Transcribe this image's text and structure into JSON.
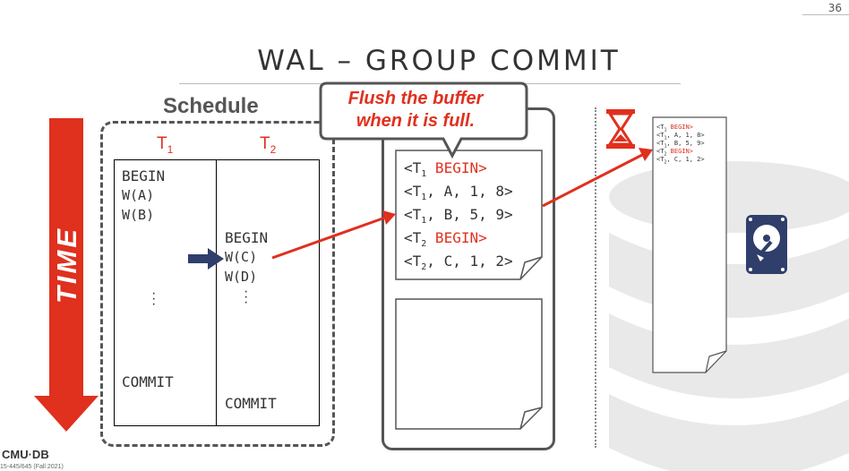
{
  "slide": {
    "page_number": "36",
    "title": "WAL – GROUP COMMIT"
  },
  "time_label": "TIME",
  "schedule": {
    "label": "Schedule",
    "t1_label": "T",
    "t1_sub": "1",
    "t2_label": "T",
    "t2_sub": "2",
    "t1_ops": [
      "BEGIN",
      "W(A)",
      "W(B)"
    ],
    "t1_commit": "COMMIT",
    "t2_ops": [
      "BEGIN",
      "W(C)",
      "W(D)"
    ],
    "t2_commit": "COMMIT"
  },
  "callout": {
    "line1": "Flush the buffer",
    "line2": "when it is full."
  },
  "buffer_log": [
    {
      "prefix": "<T",
      "sub": "1",
      "rest": " BEGIN>",
      "begin": true
    },
    {
      "prefix": "<T",
      "sub": "1",
      "rest": ", A, 1, 8>",
      "begin": false
    },
    {
      "prefix": "<T",
      "sub": "1",
      "rest": ", B, 5, 9>",
      "begin": false
    },
    {
      "prefix": "<T",
      "sub": "2",
      "rest": " BEGIN>",
      "begin": true
    },
    {
      "prefix": "<T",
      "sub": "2",
      "rest": ", C, 1, 2>",
      "begin": false
    }
  ],
  "icons": {
    "hourglass": "hourglass-icon",
    "disk": "hard-disk-icon",
    "database": "database-background-icon"
  },
  "footer": {
    "logo": "CMU·DB",
    "course": "15-445/645 (Fall 2021)"
  },
  "colors": {
    "accent_red": "#e0301e",
    "arrow_navy": "#2f3e6b",
    "text_gray": "#333333"
  }
}
